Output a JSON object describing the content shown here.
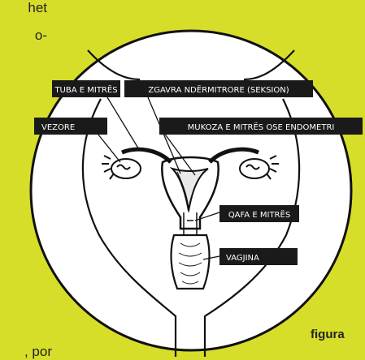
{
  "text_fragments": [
    "het",
    "o-",
    "",
    ", por"
  ],
  "labels": {
    "tuba": "TUBA E MITRËS",
    "zgavra": "ZGAVRA NDËRMITRORE (SEKSION)",
    "vezore": "VEZORE",
    "mukoza": "MUKOZA E MITRËS OSE ENDOMETRI",
    "qafa": "QAFA E MITRËS",
    "vagjina": "VAGJINA"
  },
  "caption": "figura",
  "colors": {
    "background": "#d6de2a",
    "label_bg": "#1a1a1a",
    "label_text": "#ffffff",
    "ink": "#111111"
  }
}
